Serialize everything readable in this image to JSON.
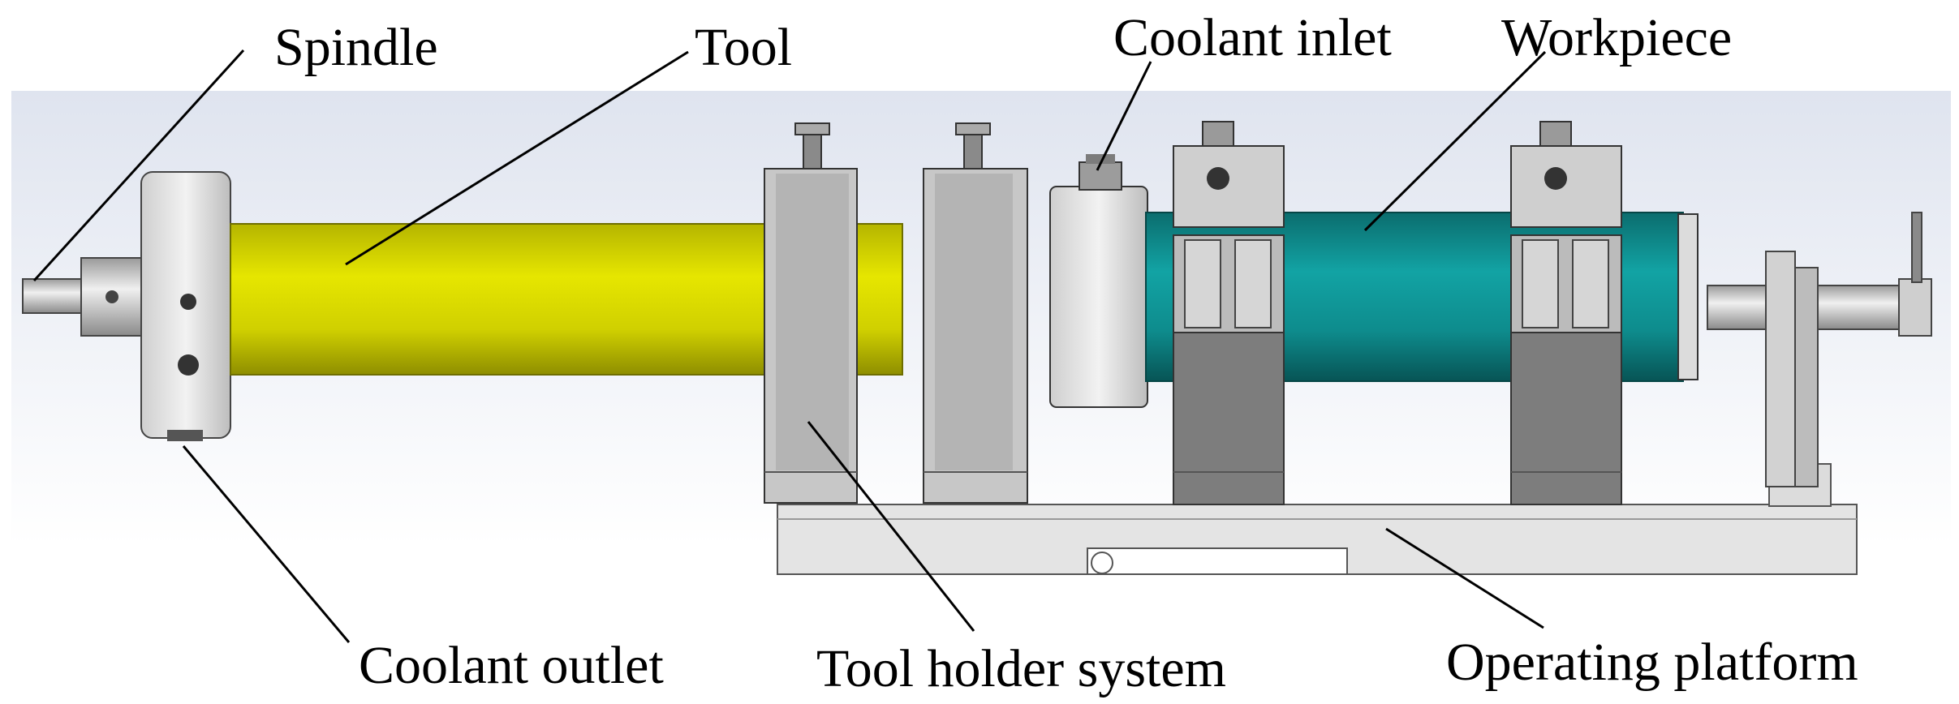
{
  "labels": {
    "spindle": "Spindle",
    "tool": "Tool",
    "coolant_inlet": "Coolant inlet",
    "workpiece": "Workpiece",
    "coolant_outlet": "Coolant outlet",
    "tool_holder_system": "Tool holder system",
    "operating_platform": "Operating platform"
  },
  "colors": {
    "tool": "#d8d800",
    "workpiece": "#0f8f90",
    "metal_light": "#e6e6e6",
    "metal_mid": "#b9b9b9",
    "metal_dark": "#7a7a7a",
    "background_top": "#e3e7f1",
    "leader_line": "#000000"
  }
}
